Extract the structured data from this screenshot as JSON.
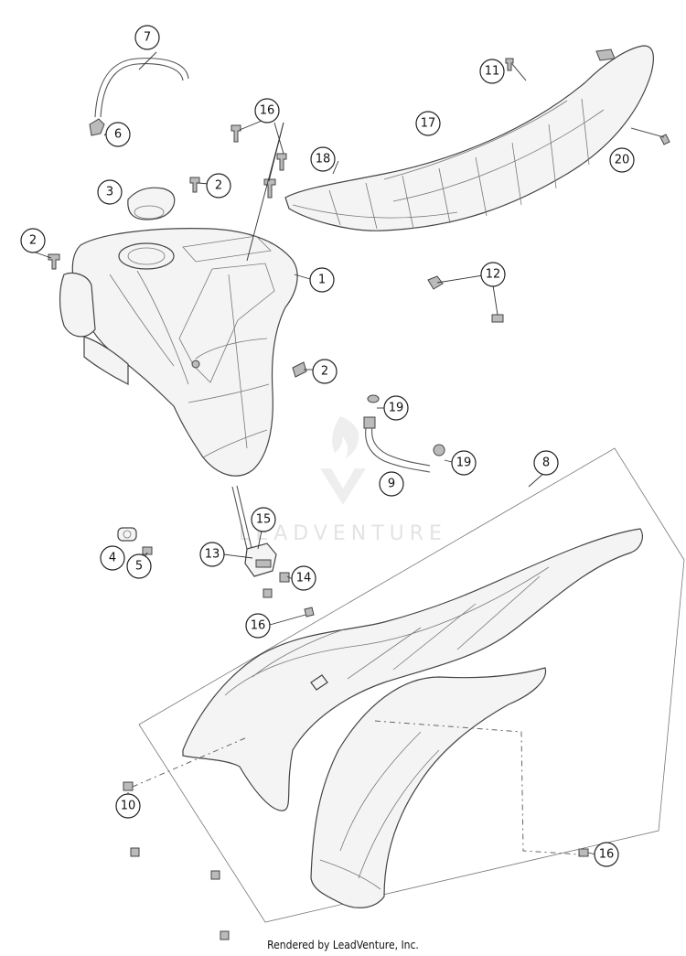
{
  "watermark": {
    "text": "LEADVENTURE"
  },
  "footer": {
    "text": "Rendered by LeadVenture, Inc."
  },
  "callouts": [
    {
      "id": "c7",
      "label": "7"
    },
    {
      "id": "c6",
      "label": "6"
    },
    {
      "id": "c16a",
      "label": "16"
    },
    {
      "id": "c11",
      "label": "11"
    },
    {
      "id": "c17",
      "label": "17"
    },
    {
      "id": "c18",
      "label": "18"
    },
    {
      "id": "c20",
      "label": "20"
    },
    {
      "id": "c3",
      "label": "3"
    },
    {
      "id": "c2a",
      "label": "2"
    },
    {
      "id": "c2b",
      "label": "2"
    },
    {
      "id": "c1",
      "label": "1"
    },
    {
      "id": "c12",
      "label": "12"
    },
    {
      "id": "c2c",
      "label": "2"
    },
    {
      "id": "c19a",
      "label": "19"
    },
    {
      "id": "c19b",
      "label": "19"
    },
    {
      "id": "c9",
      "label": "9"
    },
    {
      "id": "c8",
      "label": "8"
    },
    {
      "id": "c15",
      "label": "15"
    },
    {
      "id": "c13",
      "label": "13"
    },
    {
      "id": "c4",
      "label": "4"
    },
    {
      "id": "c5",
      "label": "5"
    },
    {
      "id": "c14",
      "label": "14"
    },
    {
      "id": "c16b",
      "label": "16"
    },
    {
      "id": "c10",
      "label": "10"
    },
    {
      "id": "c16c",
      "label": "16"
    }
  ]
}
